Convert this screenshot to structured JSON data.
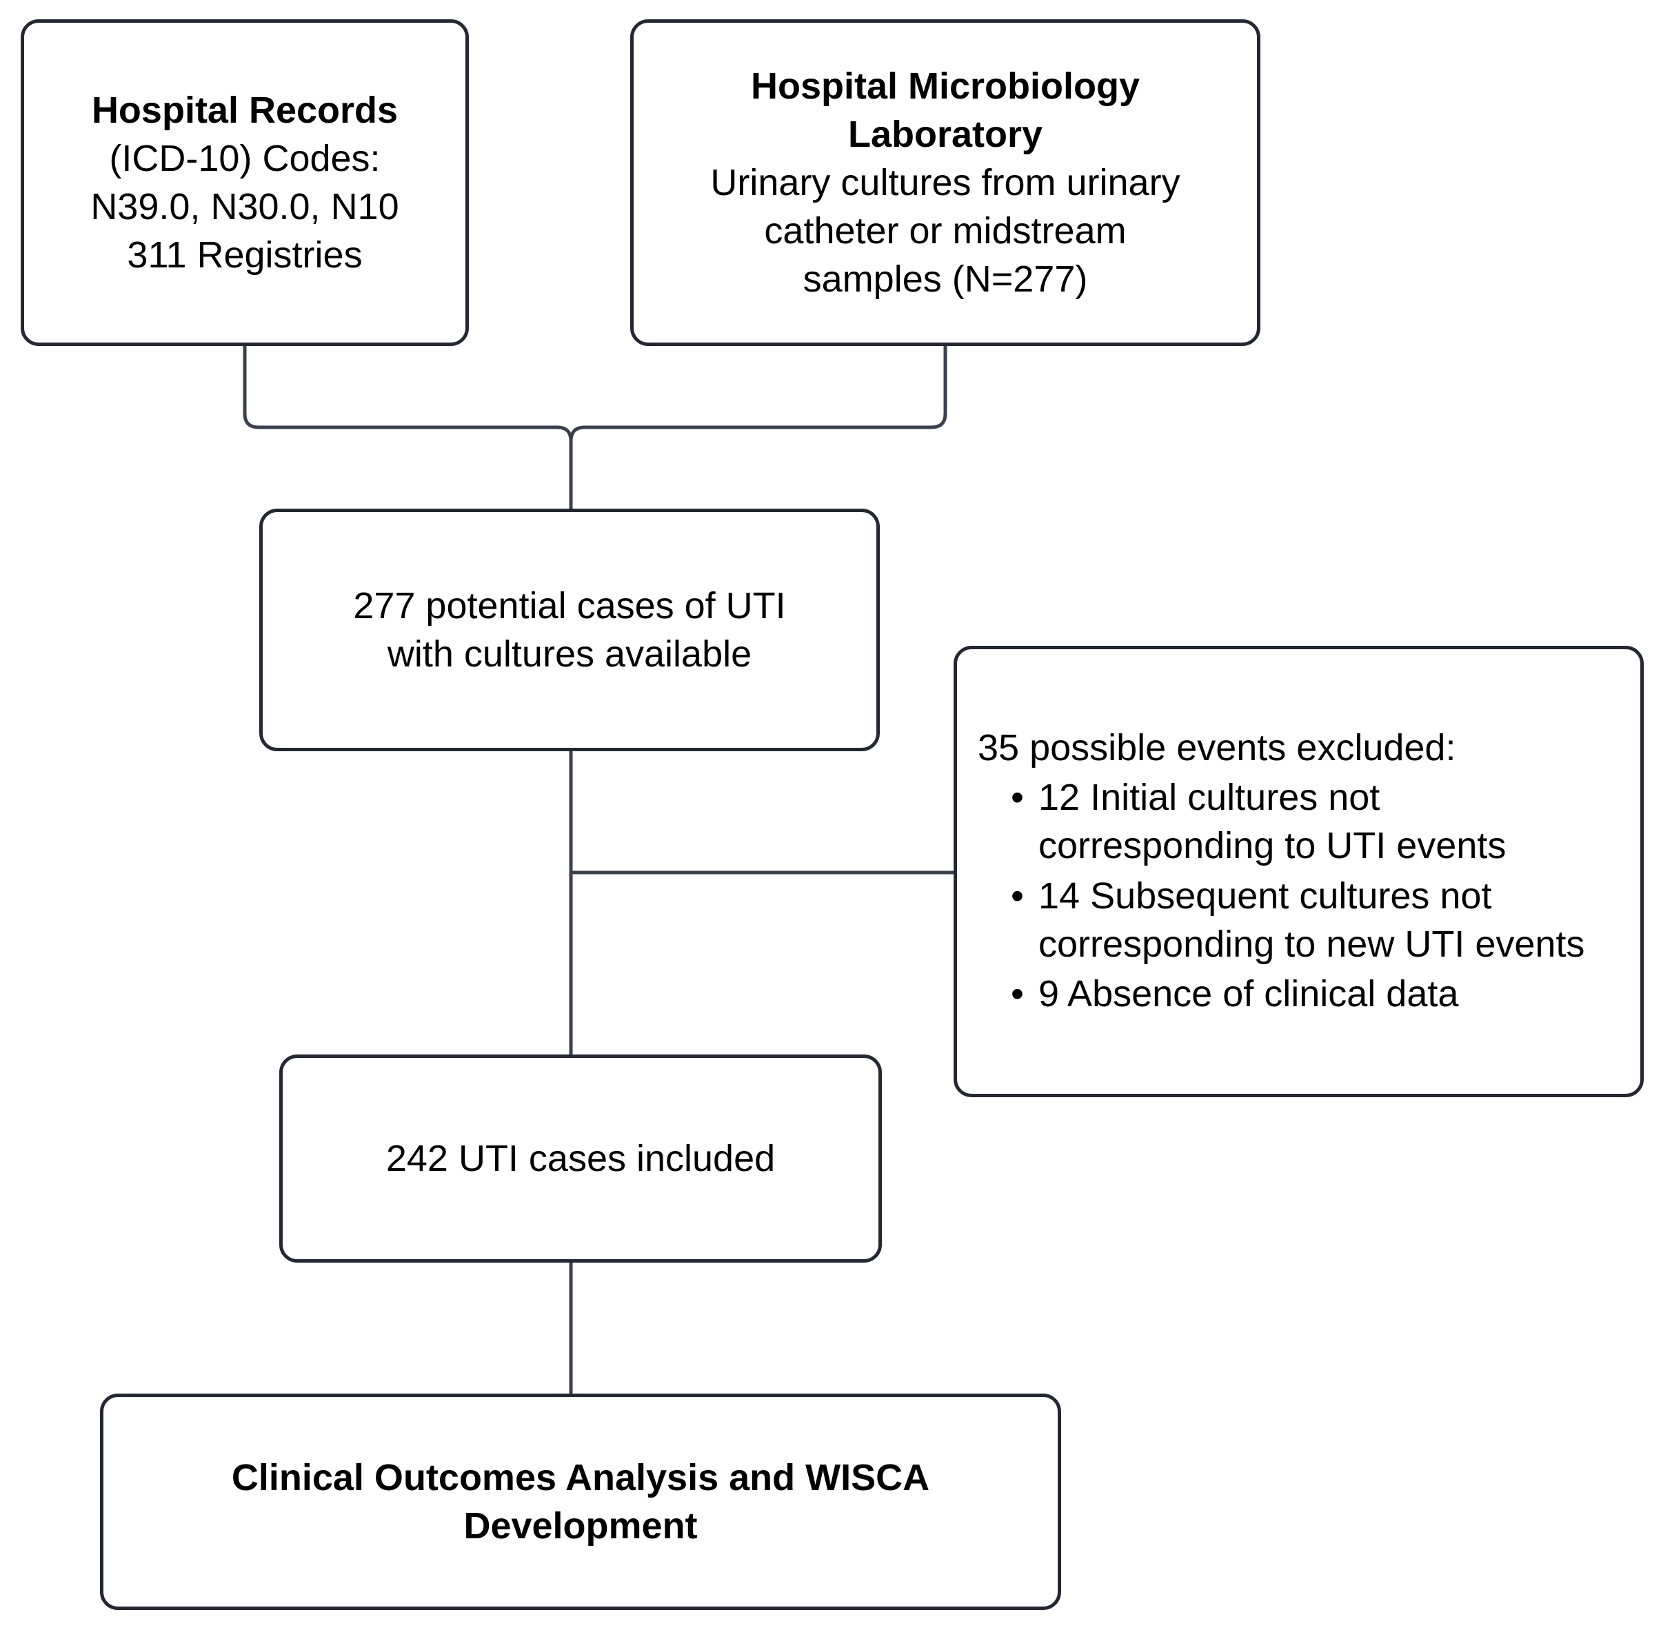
{
  "diagram": {
    "type": "flowchart",
    "title": "UTI case selection flow diagram",
    "colors": {
      "box_border": "#232833",
      "box_fill": "#ffffff",
      "connector": "#3a404c",
      "text": "#000000"
    },
    "nodes": {
      "hospital_records": {
        "heading": "Hospital Records",
        "lines": [
          "(ICD-10) Codes:",
          "N39.0, N30.0, N10",
          "311 Registries"
        ]
      },
      "microbiology_lab": {
        "heading_line_1": "Hospital Microbiology",
        "heading_line_2": "Laboratory",
        "lines": [
          "Urinary cultures from urinary",
          "catheter or midstream",
          "samples (N=277)"
        ]
      },
      "potential_cases": {
        "line_1": "277 potential cases of UTI",
        "line_2": "with cultures available"
      },
      "excluded": {
        "heading": "35 possible events excluded:",
        "bullet_glyph": "•",
        "items": [
          "12 Initial cultures not corresponding to UTI events",
          "14 Subsequent cultures not corresponding to new UTI events",
          "9 Absence of clinical data"
        ]
      },
      "included": {
        "label": "242 UTI cases included"
      },
      "outcomes": {
        "line_1": "Clinical Outcomes Analysis and WISCA",
        "line_2": "Development"
      }
    },
    "edges": [
      {
        "name": "records-to-potential",
        "from": "hospital_records",
        "to": "potential_cases"
      },
      {
        "name": "lab-to-potential",
        "from": "microbiology_lab",
        "to": "potential_cases"
      },
      {
        "name": "potential-to-excluded",
        "from": "potential_cases",
        "to": "excluded"
      },
      {
        "name": "potential-to-included",
        "from": "potential_cases",
        "to": "included"
      },
      {
        "name": "included-to-outcomes",
        "from": "included",
        "to": "outcomes"
      }
    ],
    "counts": {
      "registries": "311",
      "cultures_total": "277",
      "excluded_total": "35",
      "excluded_initial_cultures": "12",
      "excluded_subsequent_cultures": "14",
      "excluded_no_clinical_data": "9",
      "included_cases": "242"
    }
  }
}
